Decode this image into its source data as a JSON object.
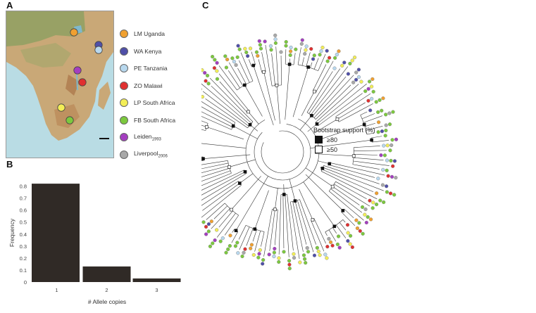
{
  "panels": {
    "a": "A",
    "b": "B",
    "c": "C"
  },
  "legend": [
    {
      "label": "LM Uganda",
      "color": "#f0a030"
    },
    {
      "label": "WA Kenya",
      "color": "#4f4fa8"
    },
    {
      "label": "PE Tanzania",
      "color": "#b8d8ee"
    },
    {
      "label": "ZO Malawi",
      "color": "#e03030"
    },
    {
      "label": "LP South Africa",
      "color": "#f3ee57"
    },
    {
      "label": "FB South Africa",
      "color": "#7cc93e"
    },
    {
      "label": "Leiden",
      "sub": "1993",
      "color": "#a43ec0"
    },
    {
      "label": "Liverpool",
      "sub": "2006",
      "color": "#a8a8a8"
    }
  ],
  "map_sites": [
    {
      "name": "LM Uganda",
      "color": "#f0a030"
    },
    {
      "name": "WA Kenya",
      "color": "#4f4fa8"
    },
    {
      "name": "PE Tanzania",
      "color": "#b8d8ee"
    },
    {
      "name": "Leiden",
      "color": "#a43ec0"
    },
    {
      "name": "ZO Malawi",
      "color": "#e03030"
    },
    {
      "name": "LP South Africa",
      "color": "#f3ee57"
    },
    {
      "name": "FB South Africa",
      "color": "#7cc93e"
    }
  ],
  "chart_data": {
    "type": "bar",
    "categories": [
      "1",
      "2",
      "3"
    ],
    "values": [
      0.82,
      0.13,
      0.03
    ],
    "xlabel": "# Allele copies",
    "ylabel": "Frequency",
    "ylim": [
      0,
      0.85
    ],
    "yticks": [
      "0",
      "0.1",
      "0.2",
      "0.3",
      "0.4",
      "0.5",
      "0.6",
      "0.7",
      "0.8"
    ],
    "bar_color": "#302a26",
    "grid": false
  },
  "bootstrap": {
    "title": "Bootstrap support (%)",
    "high": "≥80",
    "low": "≥50"
  }
}
